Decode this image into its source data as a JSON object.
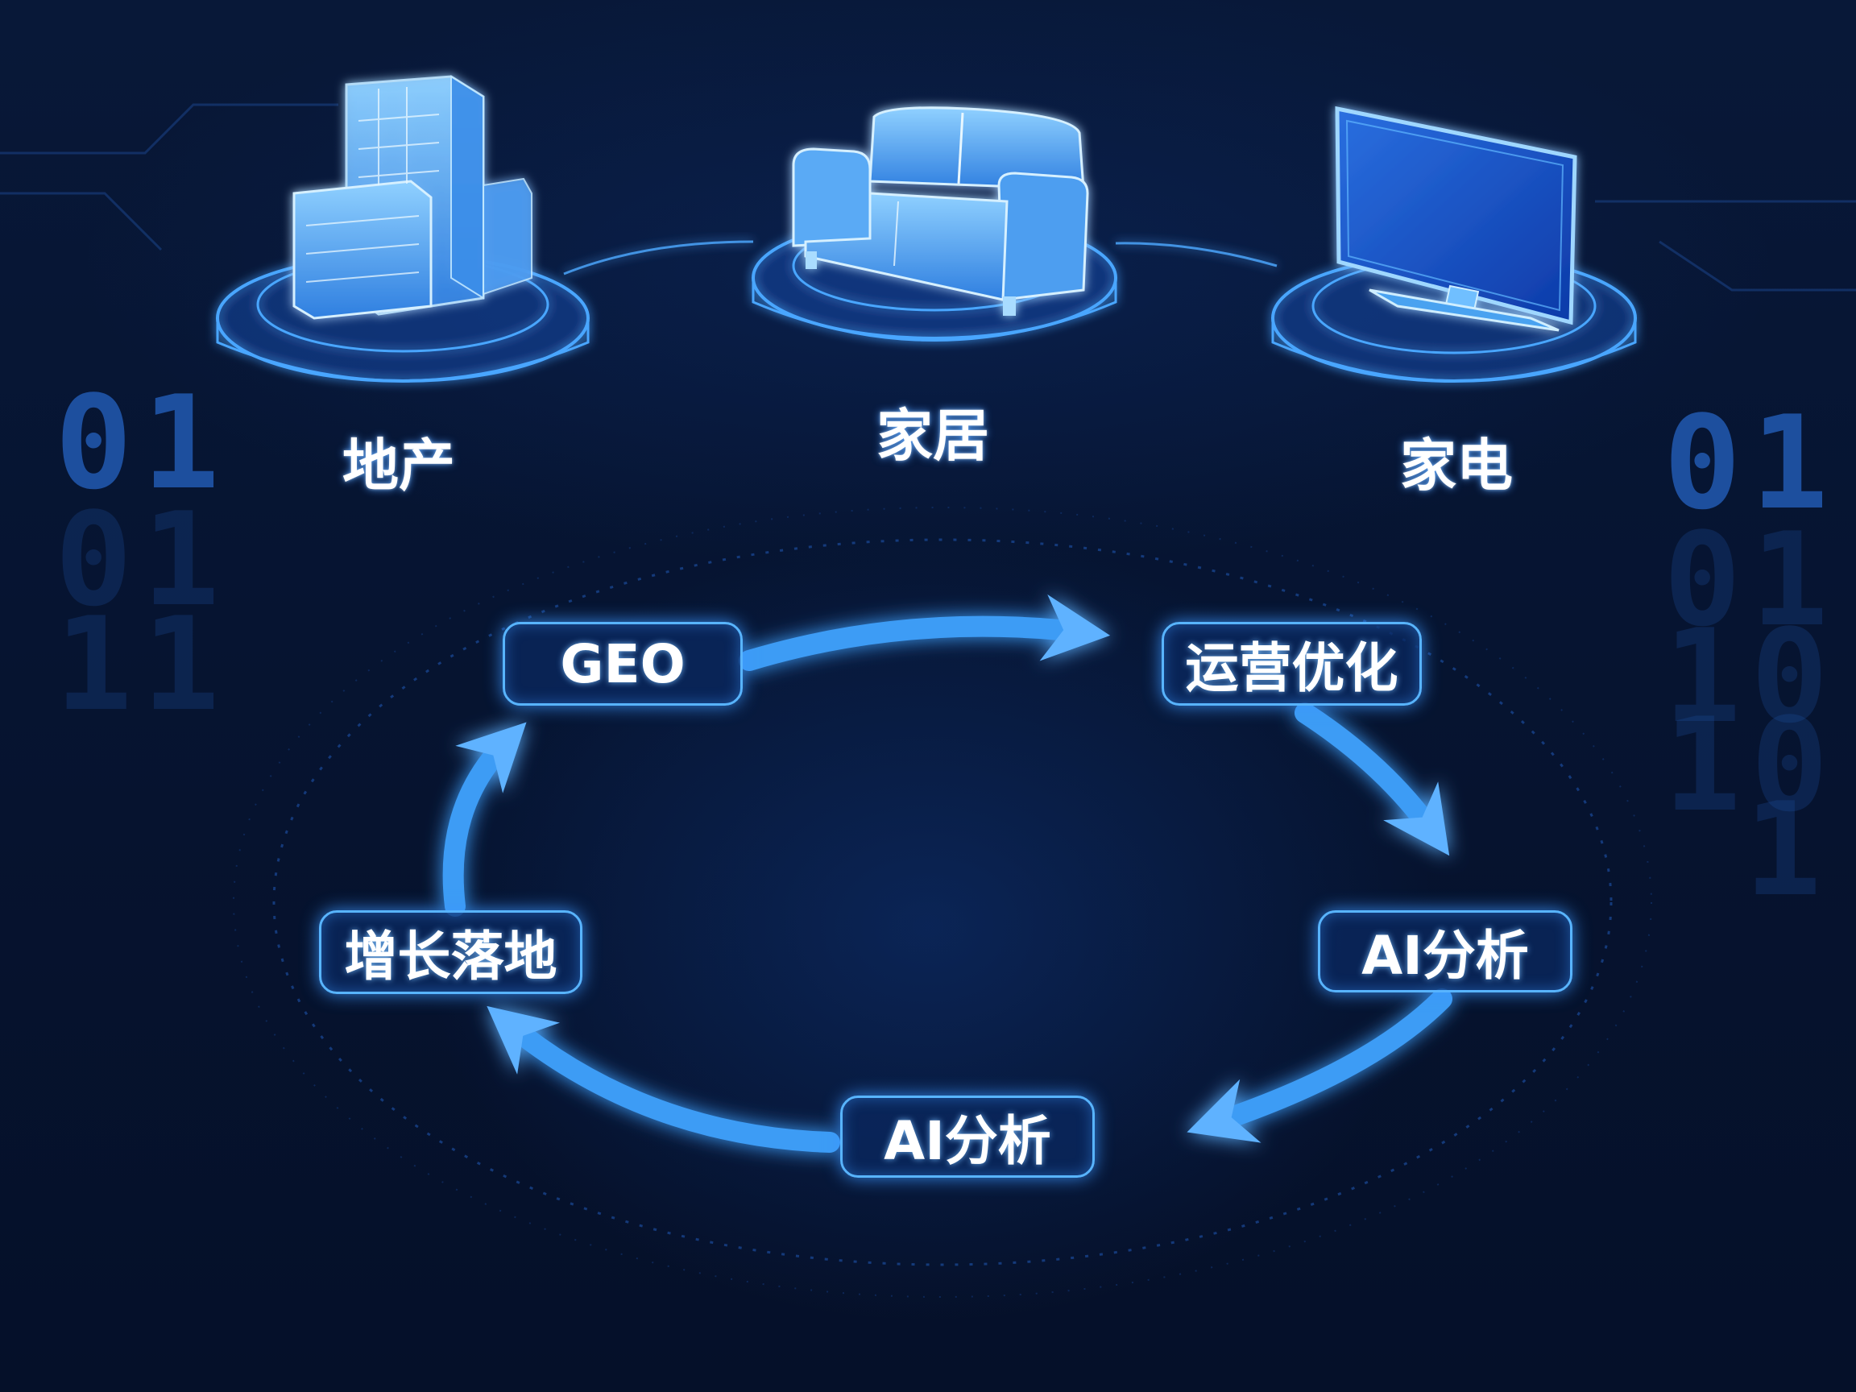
{
  "categories": [
    {
      "id": "real-estate",
      "label": "地产",
      "icon": "building-icon"
    },
    {
      "id": "home-furnishing",
      "label": "家居",
      "icon": "sofa-icon"
    },
    {
      "id": "appliances",
      "label": "家电",
      "icon": "tv-icon"
    }
  ],
  "cycle": {
    "nodes": [
      {
        "id": "geo",
        "label": "GEO"
      },
      {
        "id": "ops",
        "label": "运营优化"
      },
      {
        "id": "ai-right",
        "label": "AI分析"
      },
      {
        "id": "ai-bottom",
        "label": "AI分析"
      },
      {
        "id": "growth",
        "label": "增长落地"
      }
    ]
  },
  "decor": {
    "binary_left": "01",
    "binary_right": "01",
    "ghost_left": [
      "01",
      "11"
    ],
    "ghost_right": [
      "01",
      "10",
      "10",
      "1"
    ]
  },
  "colors": {
    "background": "#06112c",
    "accent": "#58b4ff",
    "arrow": "#3e9cf5"
  }
}
